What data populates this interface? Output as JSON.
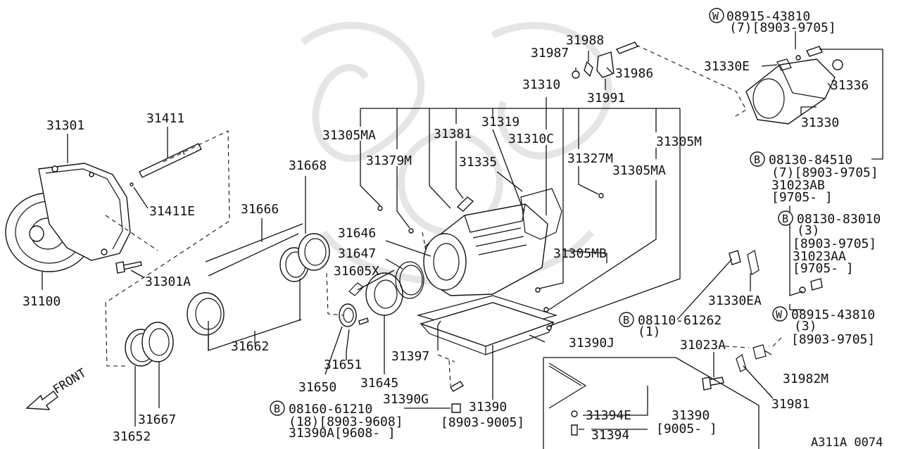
{
  "diagram_id": "A311A 0074",
  "direction_label": "FRONT",
  "parts": [
    {
      "key": "p31301",
      "text": "31301"
    },
    {
      "key": "p31411",
      "text": "31411"
    },
    {
      "key": "p31411E",
      "text": "31411E"
    },
    {
      "key": "p31100",
      "text": "31100"
    },
    {
      "key": "p31301A",
      "text": "31301A"
    },
    {
      "key": "p31668",
      "text": "31668"
    },
    {
      "key": "p31666",
      "text": "31666"
    },
    {
      "key": "p31662",
      "text": "31662"
    },
    {
      "key": "p31652",
      "text": "31652"
    },
    {
      "key": "p31667",
      "text": "31667"
    },
    {
      "key": "p31646",
      "text": "31646"
    },
    {
      "key": "p31647",
      "text": "31647"
    },
    {
      "key": "p31605X",
      "text": "31605X"
    },
    {
      "key": "p31651",
      "text": "31651"
    },
    {
      "key": "p31650",
      "text": "31650"
    },
    {
      "key": "p31645",
      "text": "31645"
    },
    {
      "key": "p31397",
      "text": "31397"
    },
    {
      "key": "p31390G",
      "text": "31390G"
    },
    {
      "key": "p31390",
      "text": "31390"
    },
    {
      "key": "p31390J",
      "text": "31390J"
    },
    {
      "key": "p31305MA_a",
      "text": "31305MA"
    },
    {
      "key": "p31379M",
      "text": "31379M"
    },
    {
      "key": "p31381",
      "text": "31381"
    },
    {
      "key": "p31319",
      "text": "31319"
    },
    {
      "key": "p31310",
      "text": "31310"
    },
    {
      "key": "p31310C",
      "text": "31310C"
    },
    {
      "key": "p31335",
      "text": "31335"
    },
    {
      "key": "p31327M",
      "text": "31327M"
    },
    {
      "key": "p31305M",
      "text": "31305M"
    },
    {
      "key": "p31305MA_b",
      "text": "31305MA"
    },
    {
      "key": "p31305MB",
      "text": "31305MB"
    },
    {
      "key": "p31987",
      "text": "31987"
    },
    {
      "key": "p31988",
      "text": "31988"
    },
    {
      "key": "p31986",
      "text": "31986"
    },
    {
      "key": "p31991",
      "text": "31991"
    },
    {
      "key": "p31330E",
      "text": "31330E"
    },
    {
      "key": "p31336",
      "text": "31336"
    },
    {
      "key": "p31330",
      "text": "31330"
    },
    {
      "key": "p31330EA",
      "text": "31330EA"
    },
    {
      "key": "p31023A",
      "text": "31023A"
    },
    {
      "key": "p31982M",
      "text": "31982M"
    },
    {
      "key": "p31981",
      "text": "31981"
    },
    {
      "key": "p31394E",
      "text": "31394E"
    },
    {
      "key": "p31394",
      "text": "31394"
    },
    {
      "key": "p31390_b",
      "text": "31390"
    },
    {
      "key": "p9005_close",
      "text": "[9005-   ]"
    }
  ],
  "callouts": {
    "w1": {
      "symbol": "W",
      "number": "08915-43810",
      "lines": [
        "(7)[8903-9705]"
      ]
    },
    "b1": {
      "symbol": "B",
      "number": "08130-84510",
      "lines": [
        "(7)[8903-9705]",
        "31023AB",
        "[9705-    ]"
      ]
    },
    "b2": {
      "symbol": "B",
      "number": "08130-83010",
      "lines": [
        "(3)",
        "[8903-9705]",
        "31023AA",
        "[9705-    ]"
      ]
    },
    "w2": {
      "symbol": "W",
      "number": "08915-43810",
      "lines": [
        "(3)",
        "[8903-9705]"
      ]
    },
    "b3": {
      "symbol": "B",
      "number": "08110-61262",
      "lines": [
        "(1)"
      ]
    },
    "b4": {
      "symbol": "B",
      "number": "08160-61210",
      "lines": [
        "(18)[8903-9608]",
        "31390A[9608-    ]"
      ]
    }
  },
  "date_ranges": {
    "r_8903_9005": "[8903-9005]"
  }
}
